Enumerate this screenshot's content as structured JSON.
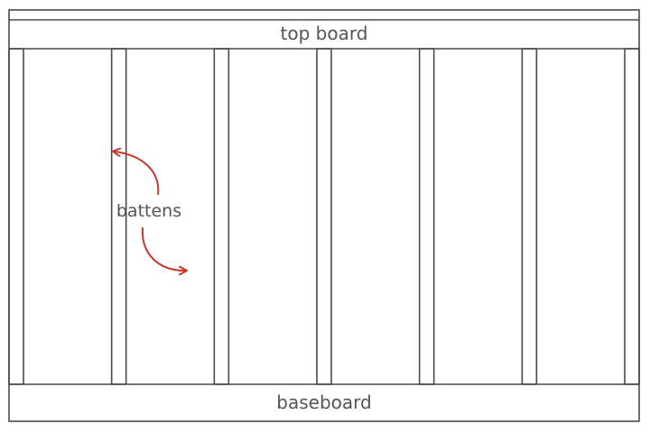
{
  "labels": {
    "top_board": "top board",
    "baseboard": "baseboard",
    "callout": "battens"
  },
  "colors": {
    "line": "#4a4a4a",
    "text": "#555555",
    "arrow": "#c8382b",
    "background": "#ffffff"
  },
  "batten_count": 7
}
